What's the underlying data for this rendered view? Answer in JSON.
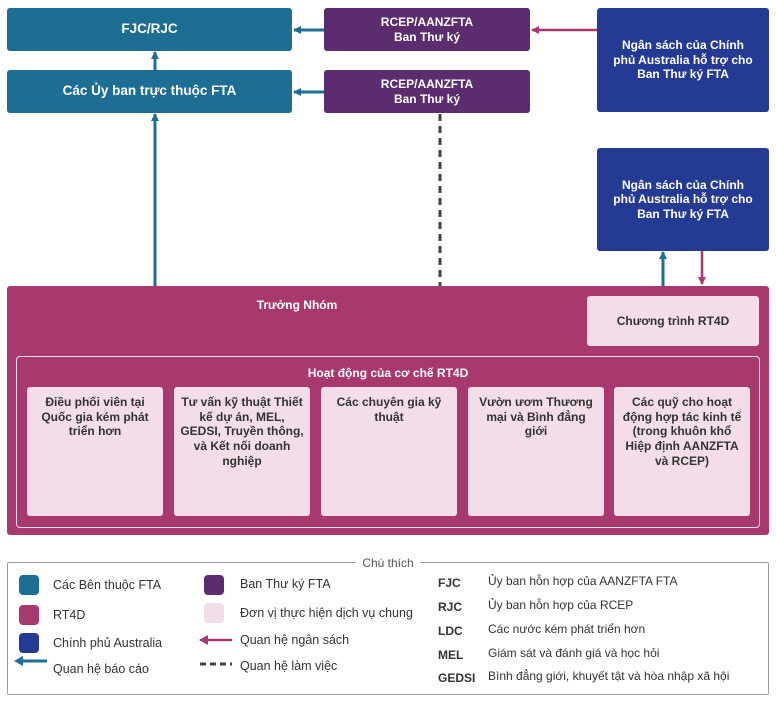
{
  "colors": {
    "fta_parties": "#1e6e94",
    "rt4d": "#a8396f",
    "australian_government": "#243a93",
    "fta_secretariat": "#5b2c6e",
    "shared_service": "#f2dde8",
    "budget_arrow": "#a8396f",
    "reporting_arrow": "#1e6e94"
  },
  "top": {
    "fjc_rjc": "FJC/RJC",
    "fta_committees": "Các Ủy ban trực thuộc FTA",
    "secretariat_1": {
      "line1": "RCEP/AANZFTA",
      "line2": "Ban Thư ký"
    },
    "secretariat_2": {
      "line1": "RCEP/AANZFTA",
      "line2": "Ban Thư ký"
    },
    "budget_1": "Ngân sách của Chính phủ Australia hỗ trợ cho Ban Thư ký FTA",
    "budget_2": "Ngân sách của Chính phủ Australia hỗ trợ cho Ban Thư ký FTA"
  },
  "rt4d": {
    "team_lead": "Trưởng Nhóm",
    "program": "Chương trình RT4D",
    "activities_title": "Hoạt động của cơ chế RT4D",
    "activities": [
      "Điều phối viên tại Quốc gia kém phát triển hơn",
      "Tư vấn kỹ thuật Thiết kế dự án, MEL, GEDSI, Truyền thông, và Kết nối doanh nghiệp",
      "Các chuyên gia kỹ thuật",
      "Vườn ươm Thương mại và Bình đẳng giới",
      "Các quỹ cho hoạt động hợp tác kinh tế (trong khuôn khổ Hiệp định AANZFTA và RCEP)"
    ]
  },
  "legend": {
    "title": "Chú thích",
    "fta_parties": "Các Bên thuộc FTA",
    "rt4d": "RT4D",
    "australian_government": "Chính phủ Australia",
    "reporting": "Quan hệ báo cáo",
    "fta_secretariat": "Ban Thư ký FTA",
    "shared_service": "Đơn vị thực hiện dịch vụ chung",
    "budget": "Quan hệ ngân sách",
    "working": "Quan hệ làm việc",
    "abbreviations": [
      {
        "abbr": "FJC",
        "desc": "Ủy ban hỗn hợp của AANZFTA FTA"
      },
      {
        "abbr": "RJC",
        "desc": "Ủy ban hỗn hợp của RCEP"
      },
      {
        "abbr": "LDC",
        "desc": "Các nước kém phát triển hơn"
      },
      {
        "abbr": "MEL",
        "desc": "Giám sát và đánh giá và học hỏi"
      },
      {
        "abbr": "GEDSI",
        "desc": "Bình đẳng giới, khuyết tật và hòa nhập xã hội"
      }
    ]
  }
}
